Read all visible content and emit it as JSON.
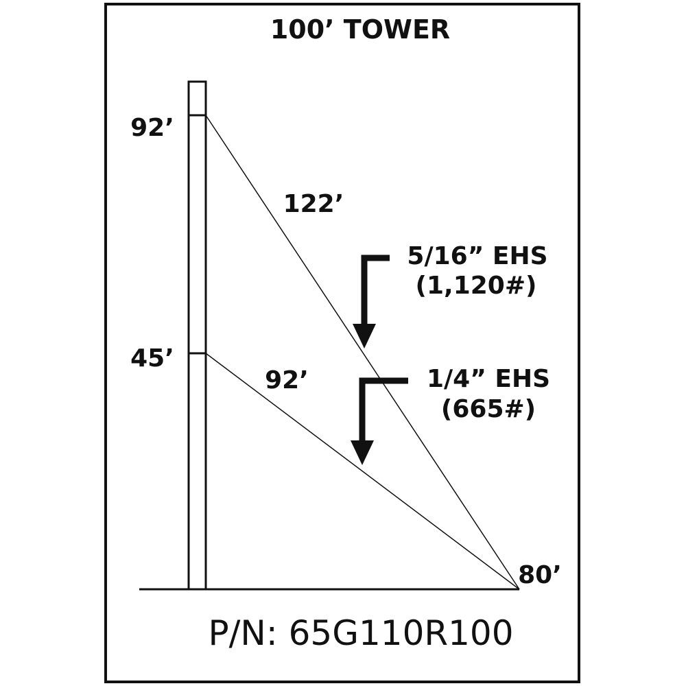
{
  "diagram": {
    "title": "100’ TOWER",
    "part_number": "P/N: 65G110R100",
    "upper_attachment_label": "92’",
    "lower_attachment_label": "45’",
    "upper_guy_length_label": "122’",
    "lower_guy_length_label": "92’",
    "anchor_distance_label": "80’",
    "upper_cable_spec": "5/16” EHS",
    "upper_cable_load": "(1,120#)",
    "lower_cable_spec": "1/4” EHS",
    "lower_cable_load": "(665#)"
  },
  "colors": {
    "ink": "#111111",
    "background": "#ffffff"
  }
}
